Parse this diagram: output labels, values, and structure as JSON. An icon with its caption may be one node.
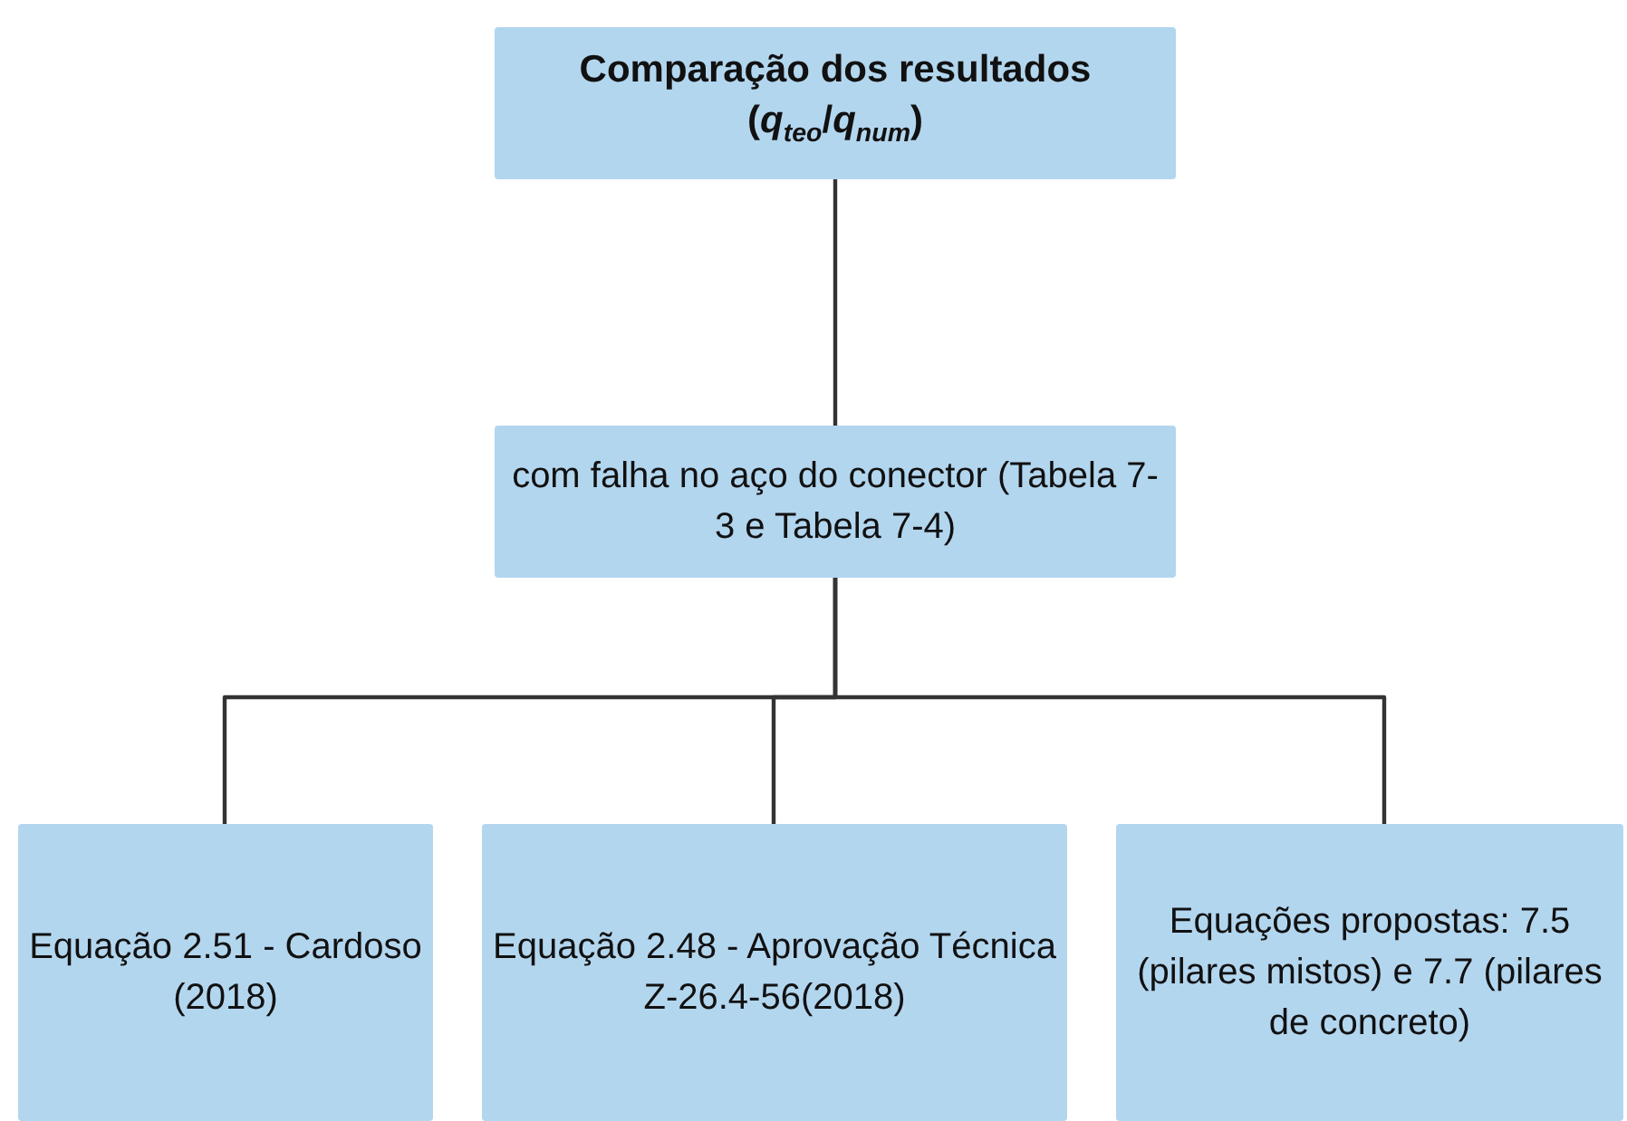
{
  "diagram": {
    "nodes": [
      {
        "text": [
          "Comparação dos resultados",
          "(*q*$_{teo}$/*q*$_{num}$)"
        ]
      },
      {
        "text": [
          "com falha no aço do conector (Tabela 7-3 e Tabela 7-4)"
        ]
      },
      {
        "text": [
          "Equação 2.51 - Cardoso (2018)"
        ]
      },
      {
        "text": [
          "Equação 2.48 - Aprovação Técnica  Z-26.4-56(2018)"
        ]
      },
      {
        "text": [
          "Equações propostas: 7.5 (pilares mistos) e 7.7 (pilares de concreto)"
        ]
      }
    ],
    "edges": [
      {
        "from": 0,
        "to": 1,
        "arrow": "none"
      },
      {
        "from": 1,
        "to": 2,
        "arrow": "none"
      },
      {
        "from": 1,
        "to": 3,
        "arrow": "none"
      },
      {
        "from": 1,
        "to": 4,
        "arrow": "none"
      }
    ]
  }
}
